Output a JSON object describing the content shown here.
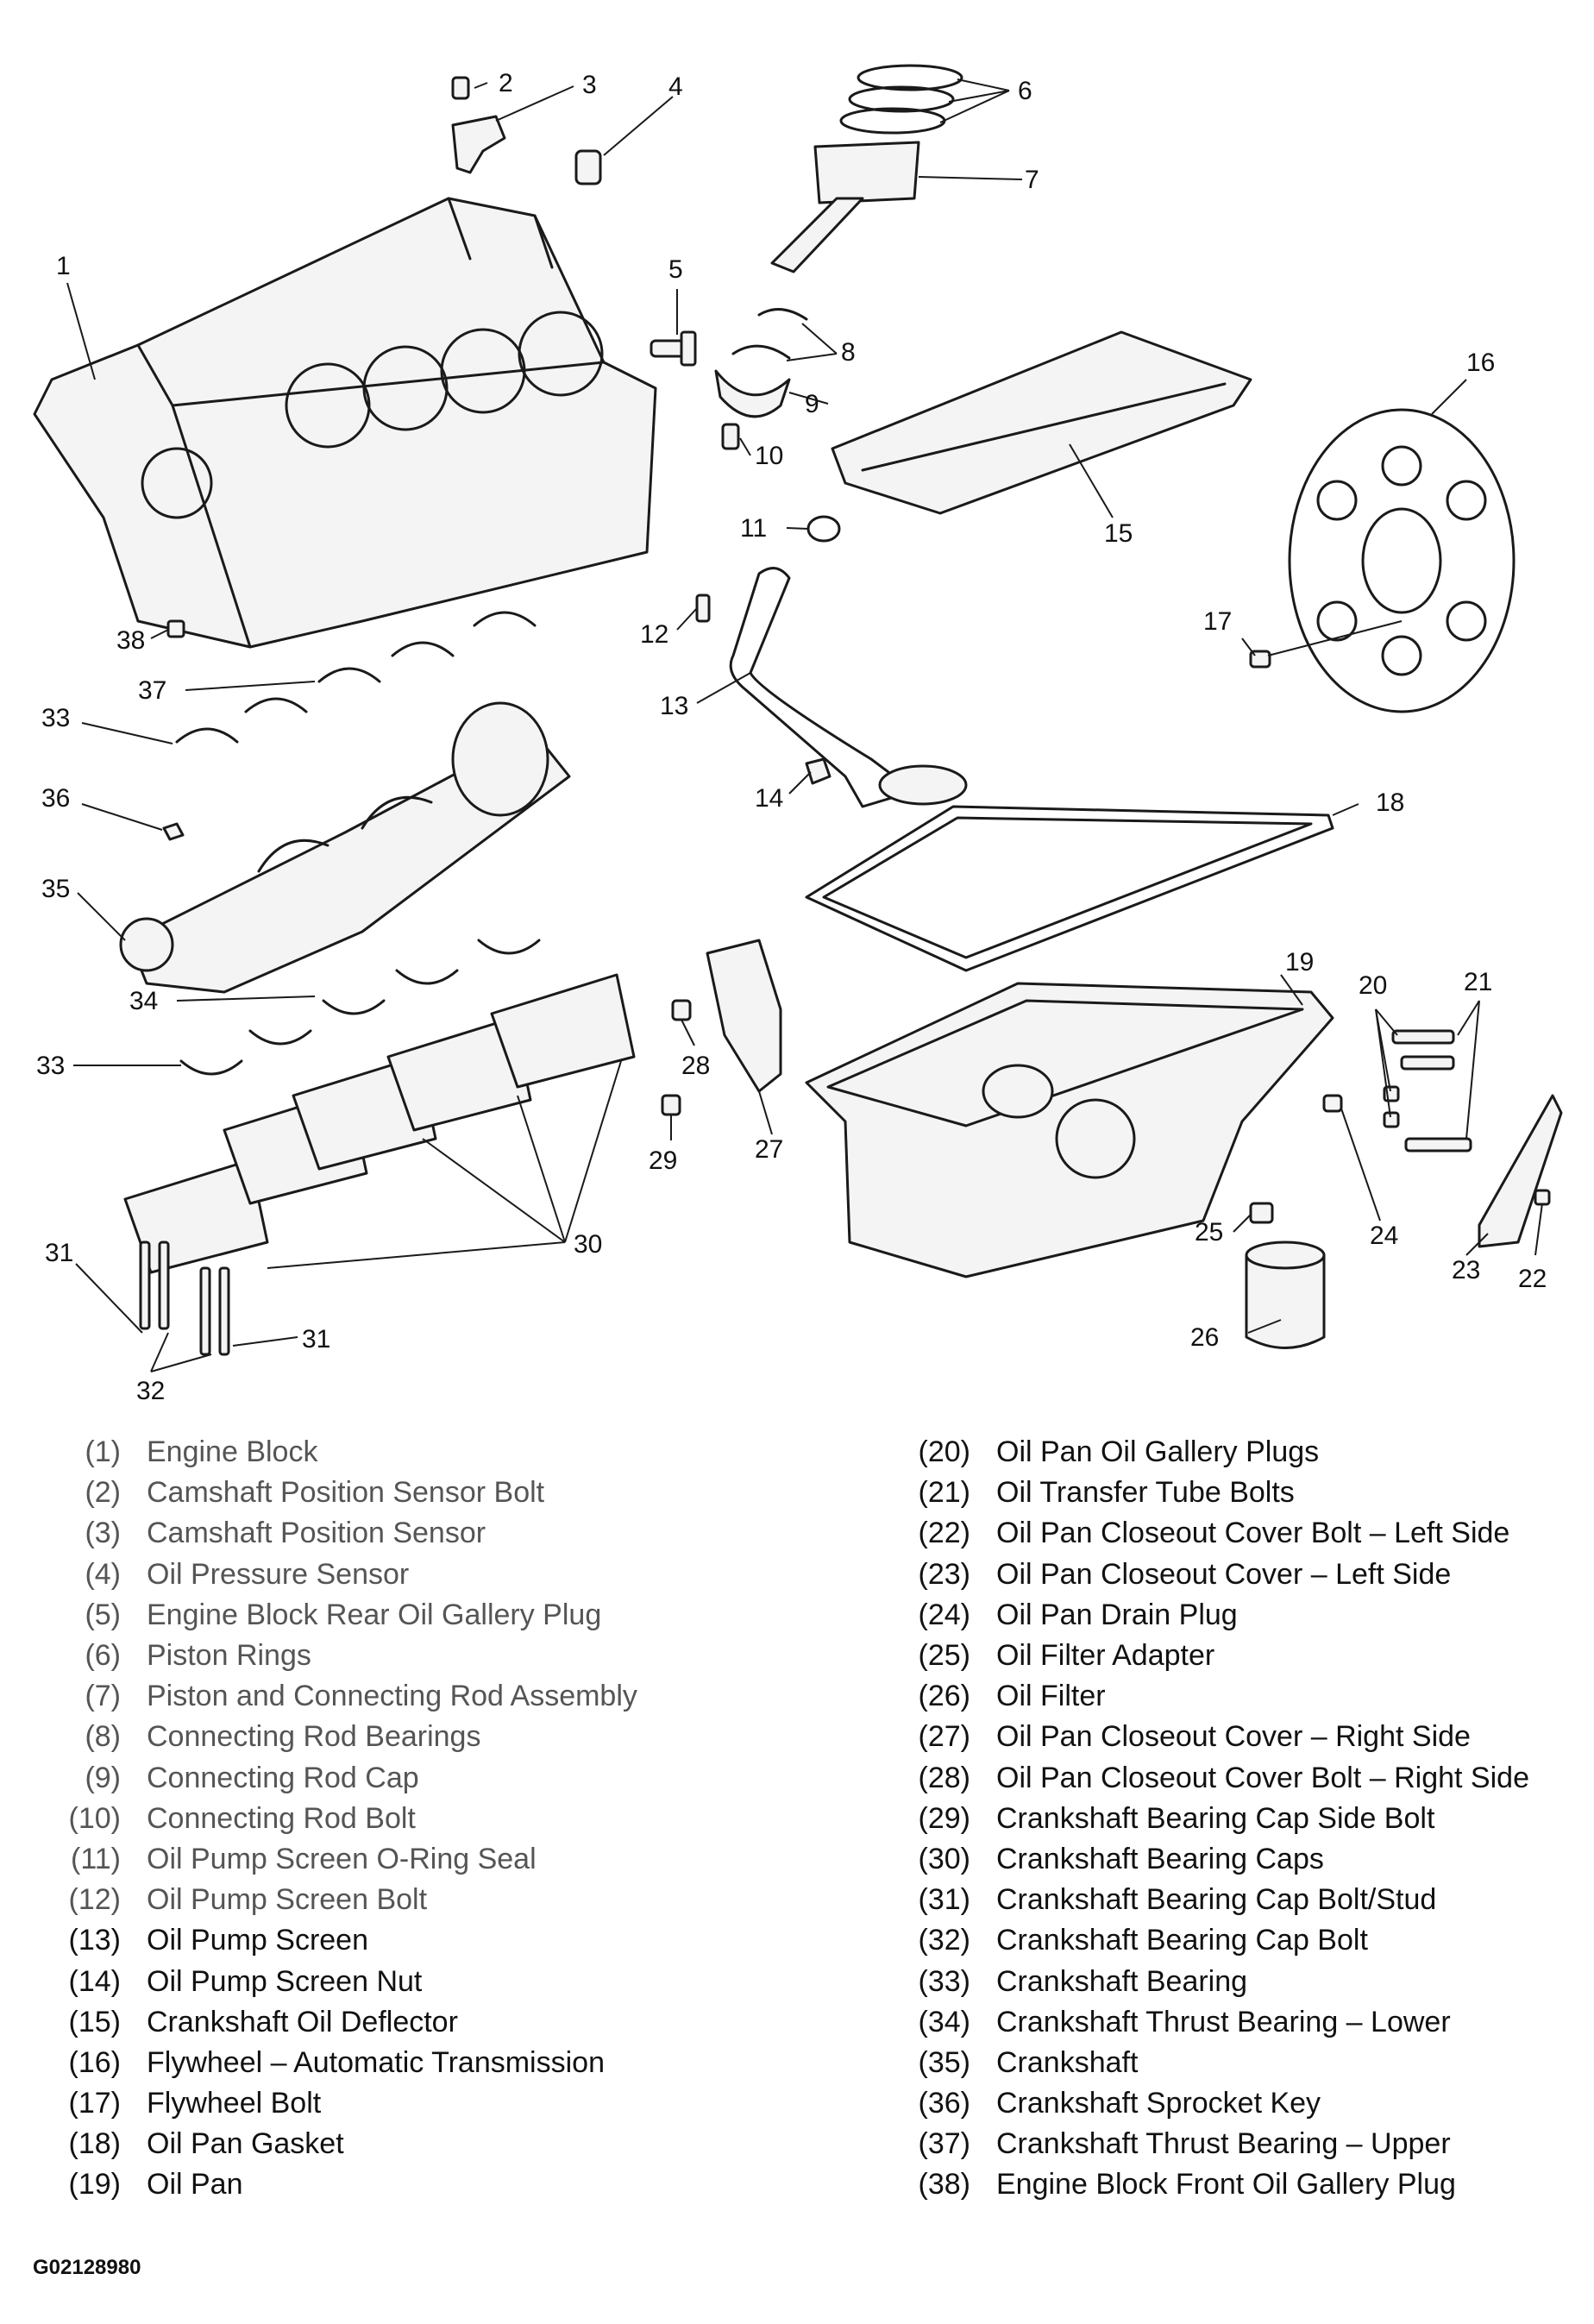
{
  "callouts": [
    "1",
    "2",
    "3",
    "4",
    "5",
    "6",
    "7",
    "8",
    "9",
    "10",
    "11",
    "12",
    "13",
    "14",
    "15",
    "16",
    "17",
    "18",
    "19",
    "20",
    "21",
    "22",
    "23",
    "24",
    "25",
    "26",
    "27",
    "28",
    "29",
    "30",
    "31",
    "31",
    "32",
    "33",
    "33",
    "34",
    "35",
    "36",
    "37",
    "38"
  ],
  "legend_left": [
    {
      "num": "(1)",
      "name": "Engine Block"
    },
    {
      "num": "(2)",
      "name": "Camshaft Position Sensor Bolt"
    },
    {
      "num": "(3)",
      "name": "Camshaft Position Sensor"
    },
    {
      "num": "(4)",
      "name": "Oil Pressure Sensor"
    },
    {
      "num": "(5)",
      "name": "Engine Block Rear Oil Gallery Plug"
    },
    {
      "num": "(6)",
      "name": "Piston Rings"
    },
    {
      "num": "(7)",
      "name": "Piston and Connecting Rod Assembly"
    },
    {
      "num": "(8)",
      "name": "Connecting Rod Bearings"
    },
    {
      "num": "(9)",
      "name": "Connecting Rod Cap"
    },
    {
      "num": "(10)",
      "name": "Connecting Rod Bolt"
    },
    {
      "num": "(11)",
      "name": "Oil Pump Screen O-Ring Seal"
    },
    {
      "num": "(12)",
      "name": "Oil Pump Screen Bolt"
    },
    {
      "num": "(13)",
      "name": "Oil Pump Screen"
    },
    {
      "num": "(14)",
      "name": "Oil Pump Screen Nut"
    },
    {
      "num": "(15)",
      "name": "Crankshaft Oil Deflector"
    },
    {
      "num": "(16)",
      "name": "Flywheel – Automatic Transmission"
    },
    {
      "num": "(17)",
      "name": "Flywheel Bolt"
    },
    {
      "num": "(18)",
      "name": "Oil Pan Gasket"
    },
    {
      "num": "(19)",
      "name": "Oil Pan"
    }
  ],
  "legend_right": [
    {
      "num": "(20)",
      "name": "Oil Pan Oil Gallery Plugs"
    },
    {
      "num": "(21)",
      "name": "Oil Transfer Tube Bolts"
    },
    {
      "num": "(22)",
      "name": "Oil Pan Closeout Cover Bolt – Left Side"
    },
    {
      "num": "(23)",
      "name": "Oil Pan Closeout Cover – Left Side"
    },
    {
      "num": "(24)",
      "name": "Oil Pan Drain Plug"
    },
    {
      "num": "(25)",
      "name": "Oil Filter Adapter"
    },
    {
      "num": "(26)",
      "name": "Oil Filter"
    },
    {
      "num": "(27)",
      "name": "Oil Pan Closeout Cover – Right Side"
    },
    {
      "num": "(28)",
      "name": "Oil Pan Closeout Cover Bolt – Right Side"
    },
    {
      "num": "(29)",
      "name": "Crankshaft Bearing Cap Side Bolt"
    },
    {
      "num": "(30)",
      "name": "Crankshaft Bearing Caps"
    },
    {
      "num": "(31)",
      "name": "Crankshaft Bearing Cap Bolt/Stud"
    },
    {
      "num": "(32)",
      "name": "Crankshaft Bearing Cap Bolt"
    },
    {
      "num": "(33)",
      "name": "Crankshaft Bearing"
    },
    {
      "num": "(34)",
      "name": "Crankshaft Thrust Bearing – Lower"
    },
    {
      "num": "(35)",
      "name": "Crankshaft"
    },
    {
      "num": "(36)",
      "name": "Crankshaft Sprocket Key"
    },
    {
      "num": "(37)",
      "name": "Crankshaft Thrust Bearing – Upper"
    },
    {
      "num": "(38)",
      "name": "Engine Block Front Oil Gallery Plug"
    }
  ],
  "figure_code": "G02128980"
}
